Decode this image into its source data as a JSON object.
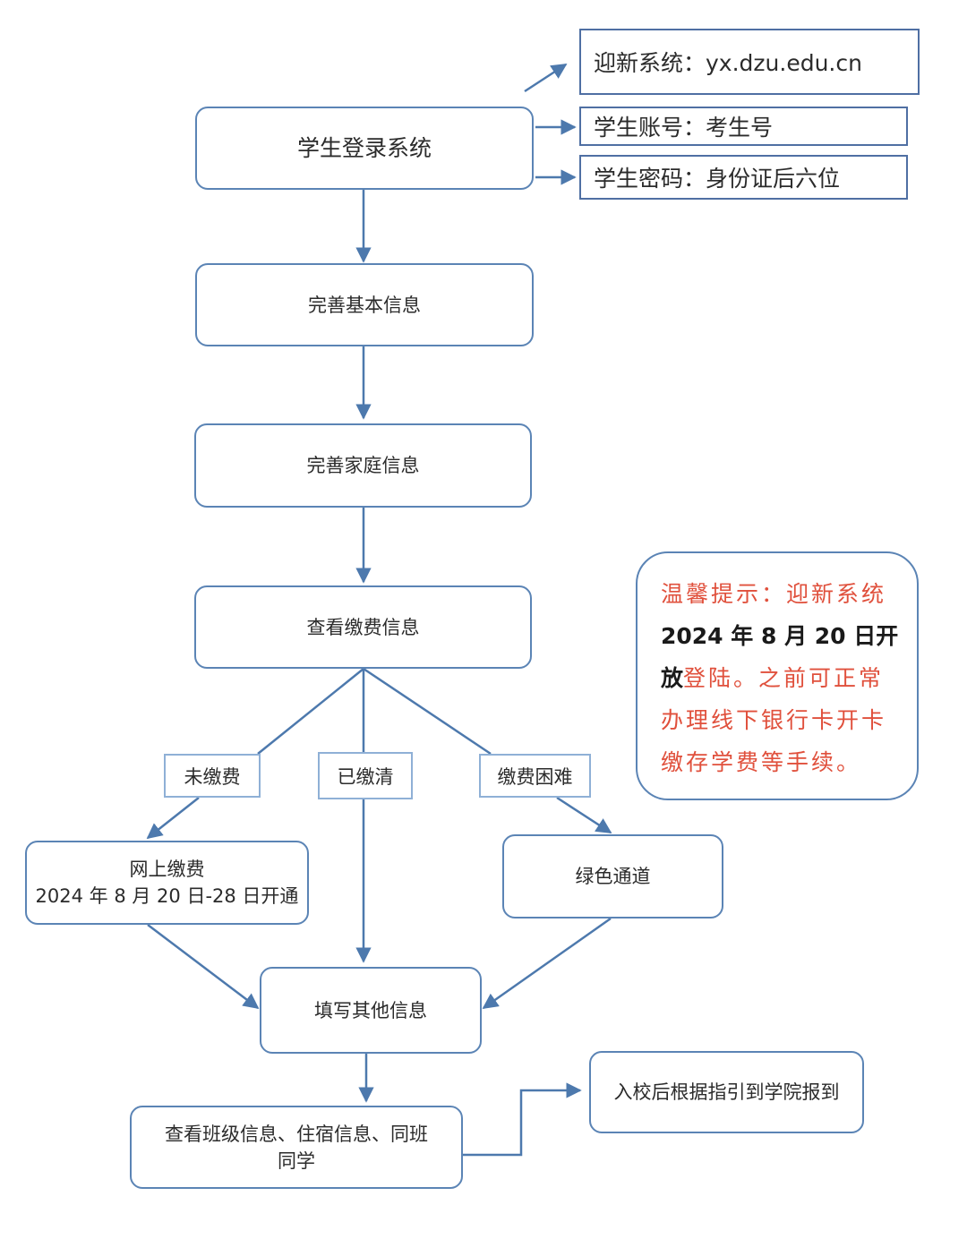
{
  "steps": {
    "login": "学生登录系统",
    "basic_info": "完善基本信息",
    "family_info": "完善家庭信息",
    "fee_info": "查看缴费信息",
    "online_pay_line1": "网上缴费",
    "online_pay_line2": "2024 年 8 月 20 日-28 日开通",
    "green_channel": "绿色通道",
    "other_info": "填写其他信息",
    "class_info_line1": "查看班级信息、住宿信息、同班",
    "class_info_line2": "同学",
    "report": "入校后根据指引到学院报到"
  },
  "login_details": {
    "system": "迎新系统：yx.dzu.edu.cn",
    "account": "学生账号：考生号",
    "password": "学生密码：身份证后六位"
  },
  "branches": {
    "unpaid": "未缴费",
    "paid": "已缴清",
    "difficulty": "缴费困难"
  },
  "tip": {
    "part1": "温馨提示：迎新系统",
    "part2": "2024 年 8 月 20 日开放",
    "part3": "登陆。之前可正常办理线下银行卡开卡缴存学费等手续。"
  },
  "colors": {
    "box_border": "#5b84b5",
    "arrow": "#4d79ad",
    "tip_text": "#e0503c",
    "label_border": "#8fb0d6"
  }
}
